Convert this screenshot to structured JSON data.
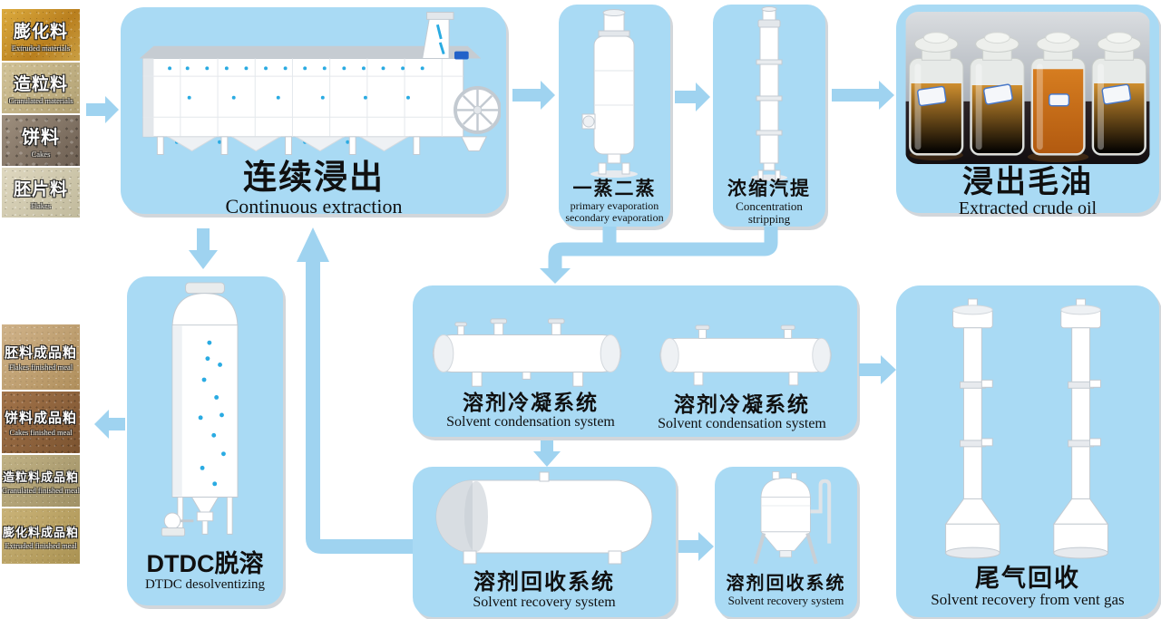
{
  "colors": {
    "box_bg": "#a9daf4",
    "arrow_blue": "#9fd3f0",
    "accent_dot_blue": "#2aabe2",
    "machine_outline": "#c3cad1",
    "label_text": "#101010",
    "oil_amber": "#c07a22"
  },
  "raw_materials": [
    {
      "zh": "膨化料",
      "en": "Extruded materials"
    },
    {
      "zh": "造粒料",
      "en": "Granulated materials"
    },
    {
      "zh": "饼料",
      "en": "Cakes"
    },
    {
      "zh": "胚片料",
      "en": "Flakes"
    }
  ],
  "finished_meals": [
    {
      "zh": "胚料成品粕",
      "en": "Flakes finished meal"
    },
    {
      "zh": "饼料成品粕",
      "en": "Cakes finished meal"
    },
    {
      "zh": "造粒料成品粕",
      "en": "Granulated finished meal"
    },
    {
      "zh": "膨化料成品粕",
      "en": "Extruded finished meal"
    }
  ],
  "stages": {
    "extraction": {
      "zh": "连续浸出",
      "en": "Continuous extraction"
    },
    "evaporation": {
      "zh": "一蒸二蒸",
      "en_line1": "primary evaporation",
      "en_line2": "secondary evaporation"
    },
    "stripping": {
      "zh": "浓缩汽提",
      "en_line1": "Concentration",
      "en_line2": "stripping"
    },
    "crude_oil": {
      "zh": "浸出毛油",
      "en": "Extracted crude oil"
    },
    "vent_gas": {
      "zh": "尾气回收",
      "en": "Solvent recovery from vent gas"
    },
    "dtdc": {
      "zh": "DTDC脱溶",
      "en": "DTDC desolventizing"
    }
  },
  "condensation_systems": [
    {
      "zh": "溶剂冷凝系统",
      "en": "Solvent condensation system"
    },
    {
      "zh": "溶剂冷凝系统",
      "en": "Solvent condensation system"
    }
  ],
  "recovery_systems": [
    {
      "zh": "溶剂回收系统",
      "en": "Solvent recovery system"
    },
    {
      "zh": "溶剂回收系统",
      "en": "Solvent recovery system"
    }
  ]
}
